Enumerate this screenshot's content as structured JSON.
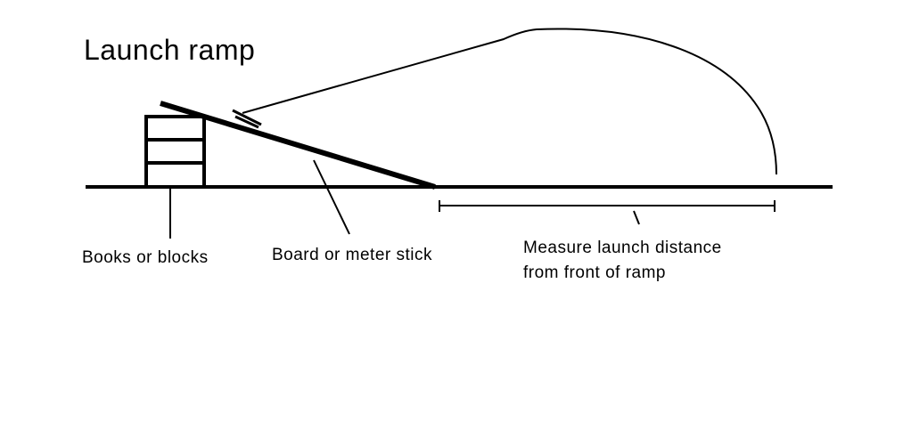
{
  "title": "Launch ramp",
  "labels": {
    "books": "Books or blocks",
    "board": "Board or meter stick",
    "measure_line1": "Measure launch distance",
    "measure_line2": "from front of ramp"
  },
  "colors": {
    "line": "#000000",
    "background": "#ffffff"
  }
}
